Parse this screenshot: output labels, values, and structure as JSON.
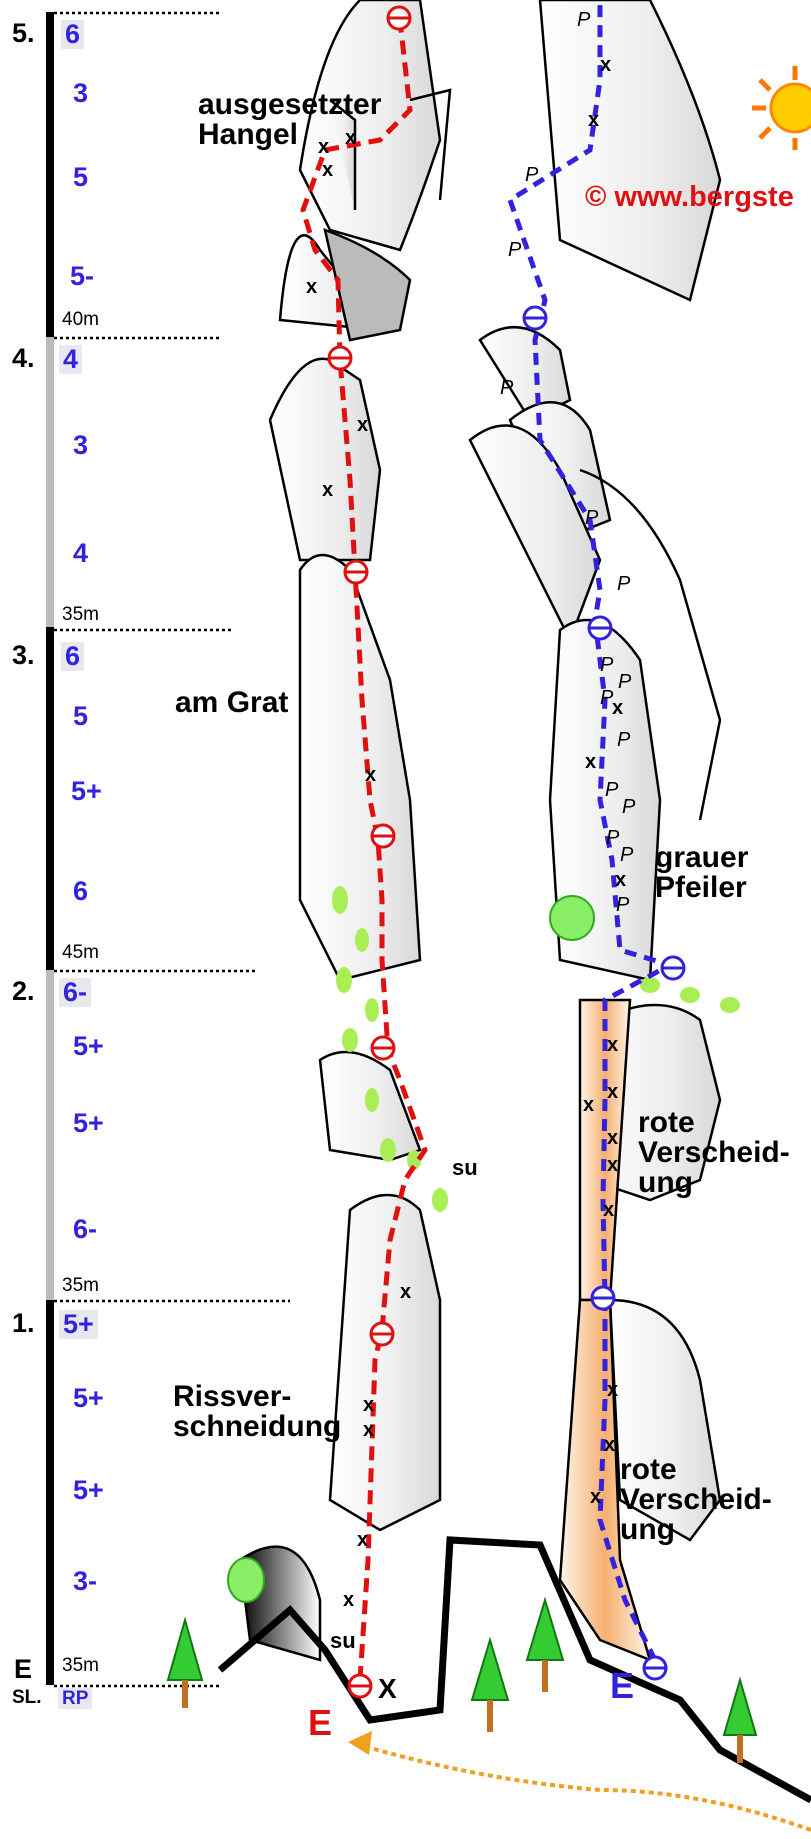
{
  "copyright": "© www.bergste",
  "pitches": [
    {
      "num": "5.",
      "len": "40m",
      "grades": [
        "6",
        "3",
        "5",
        "5-"
      ]
    },
    {
      "num": "4.",
      "len": "35m",
      "grades": [
        "4",
        "3",
        "4"
      ]
    },
    {
      "num": "3.",
      "len": "45m",
      "grades": [
        "6",
        "5",
        "5+",
        "6"
      ]
    },
    {
      "num": "2.",
      "len": "35m",
      "grades": [
        "6-",
        "5+",
        "5+",
        "6-"
      ]
    },
    {
      "num": "1.",
      "len": "35m",
      "grades": [
        "5+",
        "5+",
        "5+",
        "3-"
      ]
    }
  ],
  "start": {
    "label": "E",
    "sl": "SL.",
    "rp": "RP"
  },
  "captions": {
    "hangel": "ausgesetzter\nHangel",
    "grat": "am Grat",
    "riss": "Rissver-\nschneidung",
    "grauer": "grauer\nPfeiler",
    "rote1": "rote\nVerscheid-\nung",
    "rote2": "rote\nVerscheid-\nung",
    "su_upper": "su",
    "su_lower": "su"
  },
  "route_starts": {
    "red": "E",
    "blue": "E"
  },
  "marks": {
    "piton": "x",
    "peg": "P",
    "big_x": "X"
  },
  "colors": {
    "red_route": "#e01010",
    "blue_route": "#3322dd",
    "approach": "#f0a020",
    "grade": "#3322dd"
  }
}
